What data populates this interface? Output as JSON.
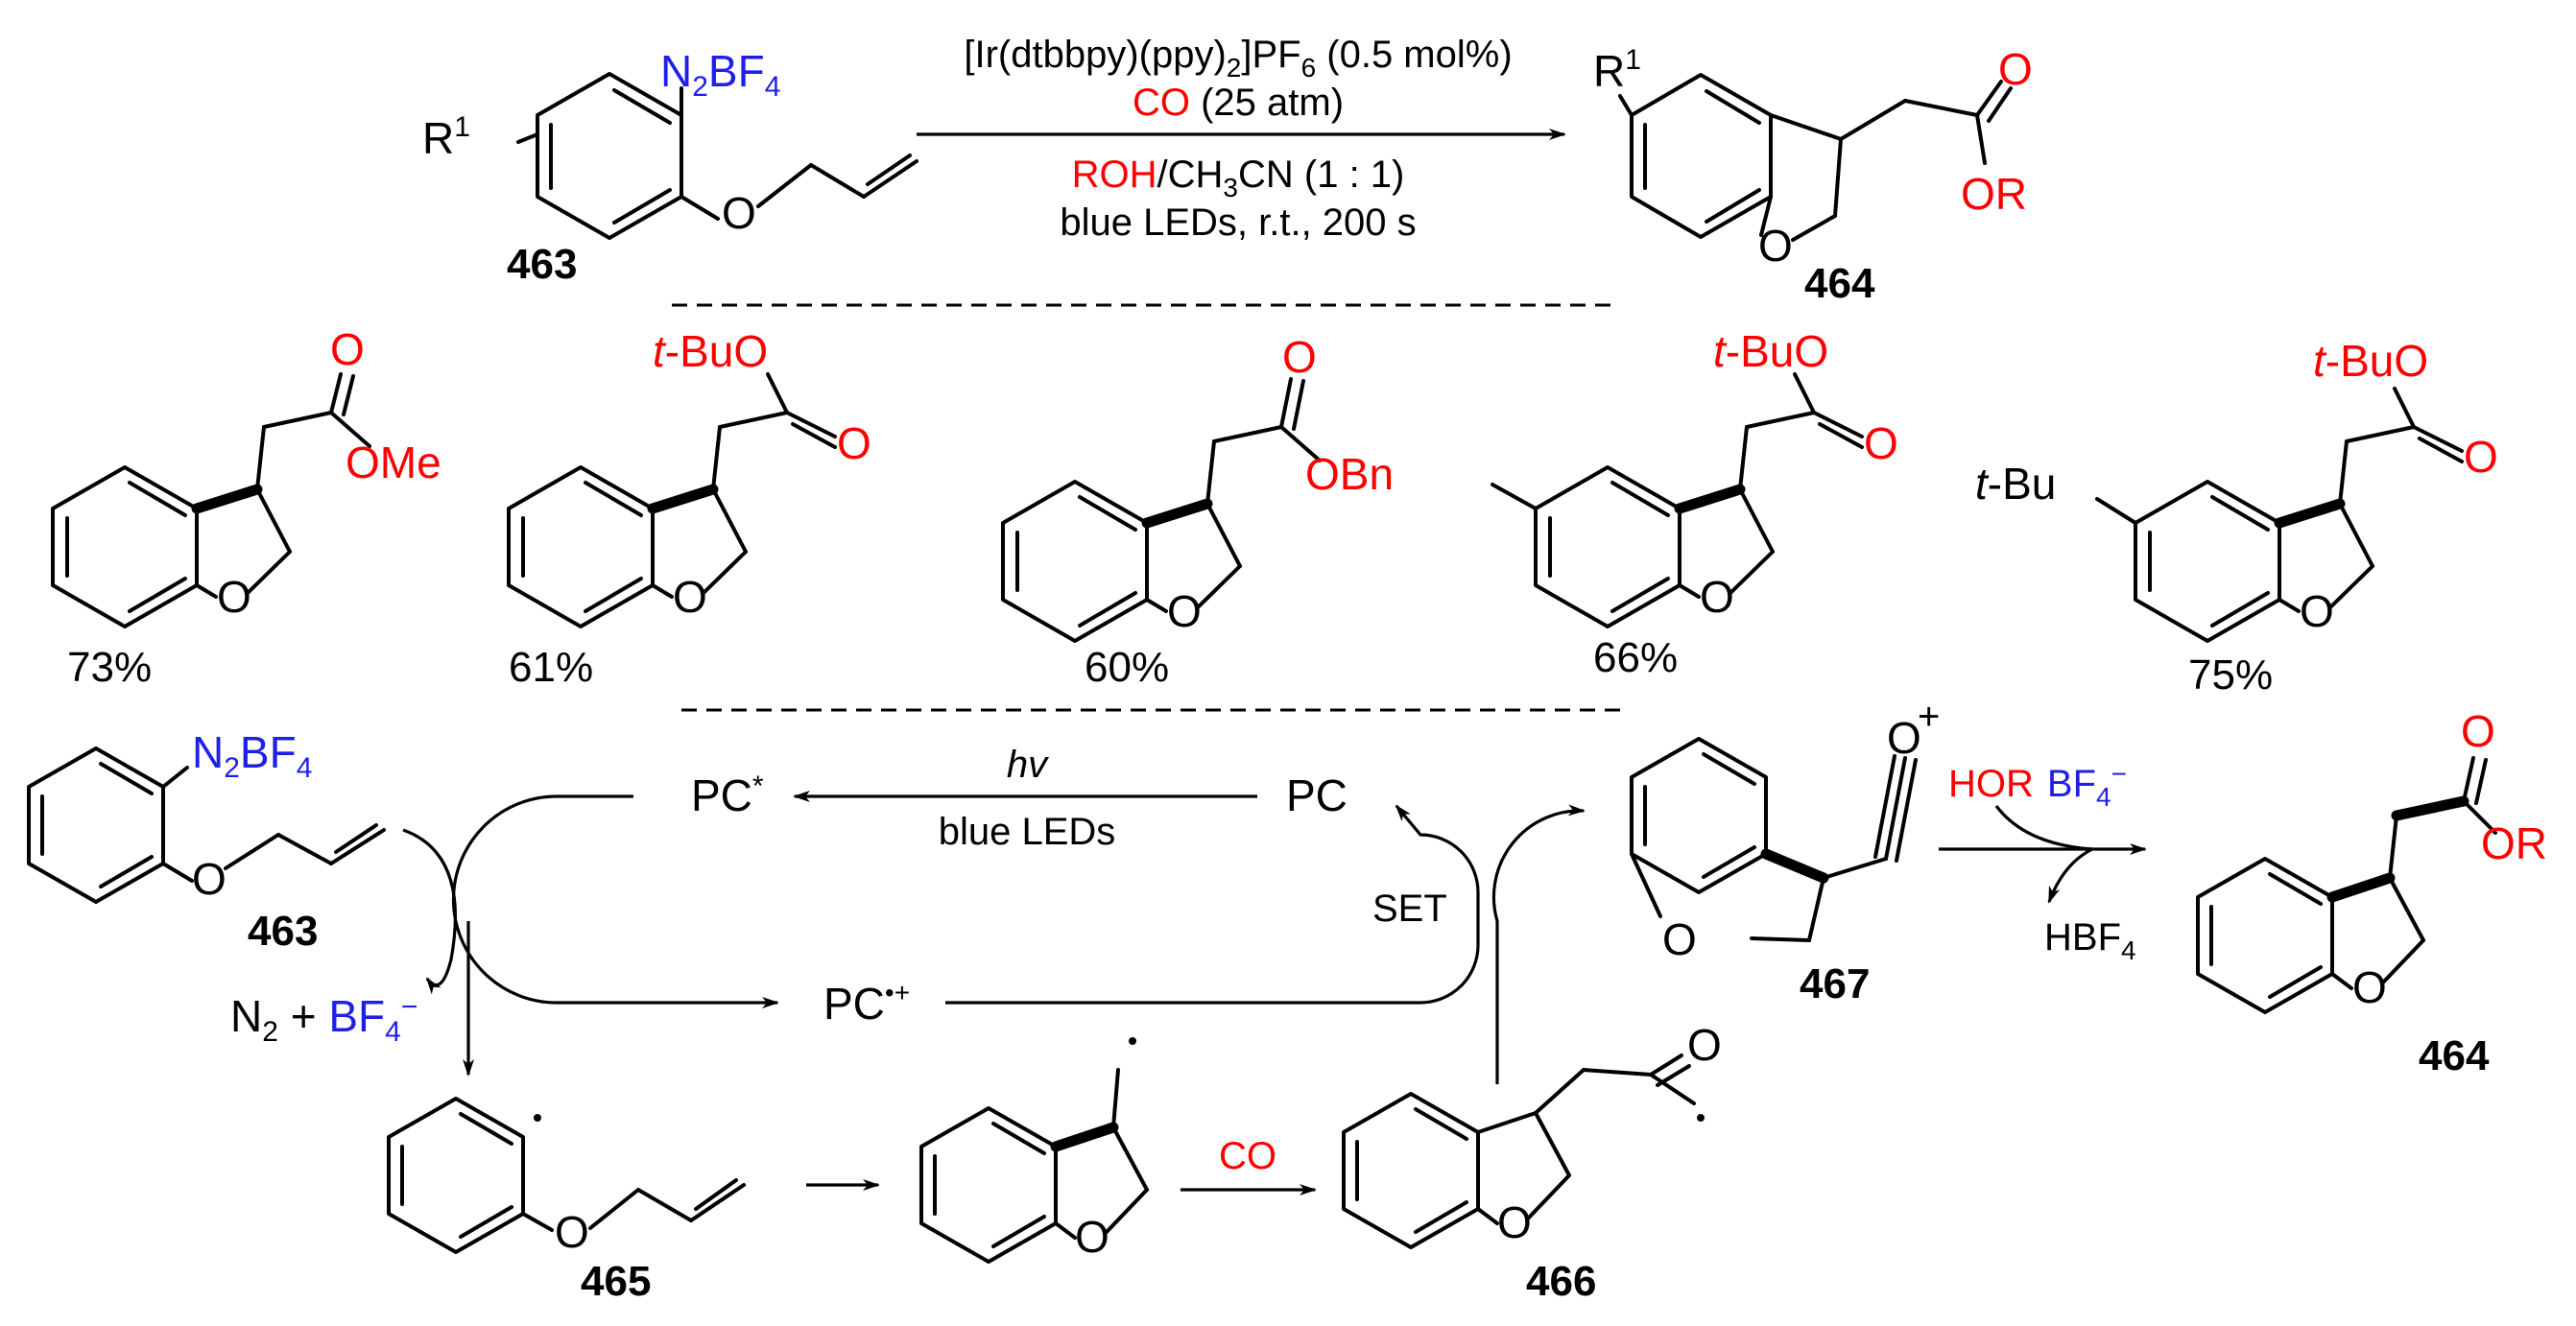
{
  "colors": {
    "bond": "#000000",
    "reagent_red": "#ff0000",
    "counterion_blue": "#1f1fe8",
    "background": "#ffffff"
  },
  "reaction": {
    "catalyst_main": "[Ir(dtbbpy)(ppy)",
    "catalyst_sub": "2",
    "catalyst_tail": "]PF",
    "catalyst_sub2": "6",
    "catalyst_loading": " (0.5 mol%)",
    "co": "CO",
    "co_pressure": " (25 atm)",
    "roh": "ROH",
    "solvent_a": "/CH",
    "solvent_sub": "3",
    "solvent_b": "CN (1 : 1)",
    "conditions": "blue LEDs, r.t., 200 s"
  },
  "labels": {
    "r1": "R",
    "r1_sup": "1",
    "n2bf4_n": "N",
    "n2bf4_sub": "2",
    "n2bf4_bf": "BF",
    "n2bf4_sub4": "4",
    "oxygen": "O",
    "or": "OR",
    "ome": "OMe",
    "obn": "OBn",
    "tbuo_t": "t",
    "tbuo_rest": "-BuO",
    "tbu_t": "t",
    "tbu_rest": "-Bu"
  },
  "compounds": {
    "c463": "463",
    "c464": "464",
    "c465": "465",
    "c466": "466",
    "c467": "467"
  },
  "yields": [
    "73%",
    "61%",
    "60%",
    "66%",
    "75%"
  ],
  "mechanism": {
    "pc_star": "PC",
    "pc_star_sup": "*",
    "pc": "PC",
    "pc_rad": "PC",
    "pc_rad_sup": "•+",
    "hv": "hv",
    "blue_leds": "blue LEDs",
    "set": "SET",
    "n2": "N",
    "n2_sub": "2",
    "plus": " + ",
    "bf4": "BF",
    "bf4_sub": "4",
    "bf4_sup": "−",
    "co": "CO",
    "hor": "HOR",
    "hbf4_a": "HBF",
    "hbf4_sub": "4",
    "acylium_plus": "+"
  }
}
